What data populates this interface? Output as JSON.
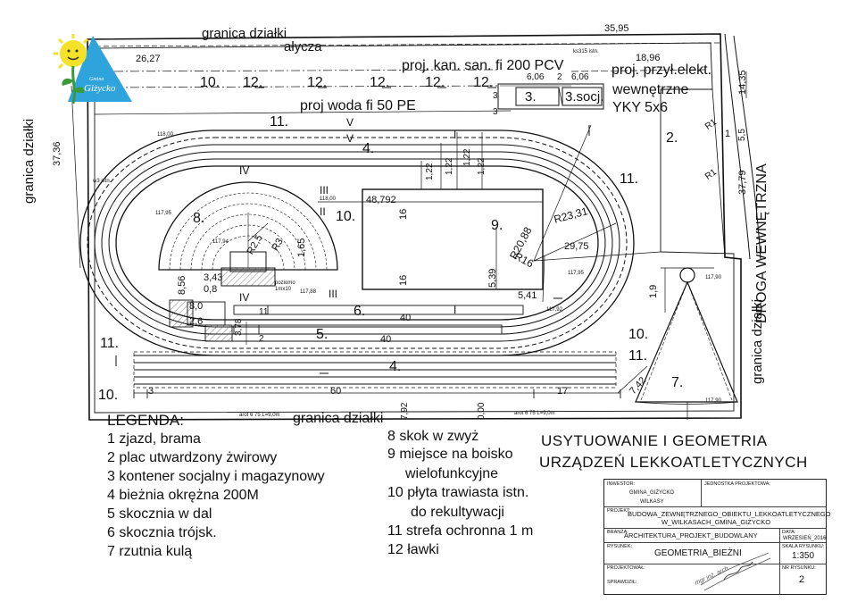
{
  "plan": {
    "labels": {
      "boundary_top": "granica działki",
      "alycza": "ałycza",
      "boundary_bottom": "granica działki",
      "boundary_left": "granica działki",
      "boundary_right": "granica działki",
      "road": "DROGA WEWNĘTRZNA",
      "sewer": "proj. kan. san. fi 200 PCV",
      "water": "proj woda fi 50 PE",
      "elec_1": "proj. przył.elekt.",
      "elec_2": "wewnętrzne",
      "elec_3": "YKY 5x6"
    },
    "area_numbers": {
      "n10_top": "10.",
      "n12_a": "12.",
      "n12_b": "12.",
      "n12_c": "12.",
      "n12_d": "12.",
      "n12_e": "12.",
      "n3": "3.",
      "n3soc": "3.socj.",
      "n2": "2.",
      "n11_top": "11.",
      "n4_top": "4.",
      "n11_right": "11.",
      "n8": "8.",
      "n10_mid": "10.",
      "n9": "9.",
      "n6": "6.",
      "n5": "5.",
      "n10_right": "10.",
      "n11_right_low": "11.",
      "n11_left": "11.",
      "n4_bottom": "4.",
      "n7": "7.",
      "n10_bottom": "10."
    },
    "dimensions": {
      "d3595": "35,95",
      "d2627": "26,27",
      "d1896": "18,96",
      "d1435": "14,35",
      "d606a": "6,06",
      "d2": "2",
      "d606b": "6,06",
      "d3a": "3",
      "d3b": "3",
      "d3736": "37,36",
      "d3779": "37,79",
      "d55": "5,5",
      "r1a": "R1",
      "r1b": "R1",
      "d1": "1",
      "d122a": "1,22",
      "d122b": "1,22",
      "d122c": "1,22",
      "d122d": "1,22",
      "d48792": "48,792",
      "d16a": "16",
      "d16b": "16",
      "r2331": "R23,31",
      "r2088": "R20,88",
      "r16": "R16",
      "d2975": "29,75",
      "d539": "5,39",
      "d541": "5,41",
      "d40a": "40",
      "d40b": "40",
      "d165": "1,65",
      "r3": "R3",
      "r25": "R2,5",
      "d343": "3,43",
      "d08": "0,8",
      "d856": "8,56",
      "d80": "8,0",
      "d26": "2,6",
      "d378": "3,78",
      "d2b": "2",
      "d60": "60",
      "d17": "17",
      "d3c": "3",
      "d742": "7,42",
      "d19": "1,9",
      "d792": "7,92",
      "d000": "0,00",
      "d11": "11",
      "ks": "ks315 istn.",
      "poziomo": "poziomo 1mx10",
      "arot_a": "arot 6 75 L=9,0m",
      "arot_b": "arot 6 75 L=9,0m",
      "elev_a": "118,00",
      "elev_b": "118,00",
      "elev_c": "117,95",
      "elev_d": "117,95",
      "elev_e": "117,88",
      "elev_f": "117,92",
      "elev_g": "117,90",
      "elev_h": "117,90",
      "elev_i": "117,94",
      "w3": "w3 istn.",
      "roman_v1": "V",
      "roman_v2": "V",
      "roman_iv1": "IV",
      "roman_iv2": "IV",
      "roman_iii1": "III",
      "roman_iii2": "III",
      "roman_ii": "II",
      "roman_i1": "I",
      "roman_i2": "I"
    }
  },
  "legend": {
    "title": "LEGENDA:",
    "items": [
      "1 zjazd, brama",
      "2 plac utwardzony żwirowy",
      "3 kontener socjalny i magazynowy",
      "4 bieżnia okrężna 200M",
      "5 skocznia w dal",
      "6 skocznia trójsk.",
      "7 rzutnia kulą"
    ],
    "items_b": [
      "8 skok w zwyż",
      "9 miejsce na boisko",
      "wielofunkcyjne",
      "10 płyta trawiasta istn.",
      "do rekultywacji",
      "11 strefa ochronna 1 m",
      "12 ławki"
    ]
  },
  "heading": {
    "line1": "USYTUOWANIE I GEOMETRIA",
    "line2": "URZĄDZEŃ LEKKOATLETYCZNYCH"
  },
  "title_block": {
    "investor_label": "INWESTOR:",
    "investor": "GMINA_GIŻYCKO",
    "unit_label": "JEDNOSTKA PROJEKTOWA:",
    "place": "WILKASY",
    "project_label": "PROJEKT:",
    "project_1": "BUDOWA_ZEWNĘTRZNEGO_OBIEKTU_LEKKOATLETYCZNEGO",
    "project_2": "W_WILKASACH_GMINA_GIŻYCKO",
    "branch_label": "BRANŻA:",
    "branch": "ARCHITEKTURA_PROJEKT_BUDOWLANY",
    "date_label": "DATA:",
    "date": "WRZESIEŃ_2016",
    "drawing_label": "RYSUNEK:",
    "drawing": "GEOMETRIA_BIEŻNI",
    "scale_label": "SKALA RYSUNKU:",
    "scale": "1:350",
    "designer_label": "PROJEKTOWAŁ:",
    "checker_label": "SPRAWDZIŁ:",
    "number_label": "NR RYSUNKU:",
    "number": "2",
    "stamp": "mgr inż. arch."
  },
  "logo": {
    "line1": "Gmina",
    "line2": "Giżycko"
  }
}
